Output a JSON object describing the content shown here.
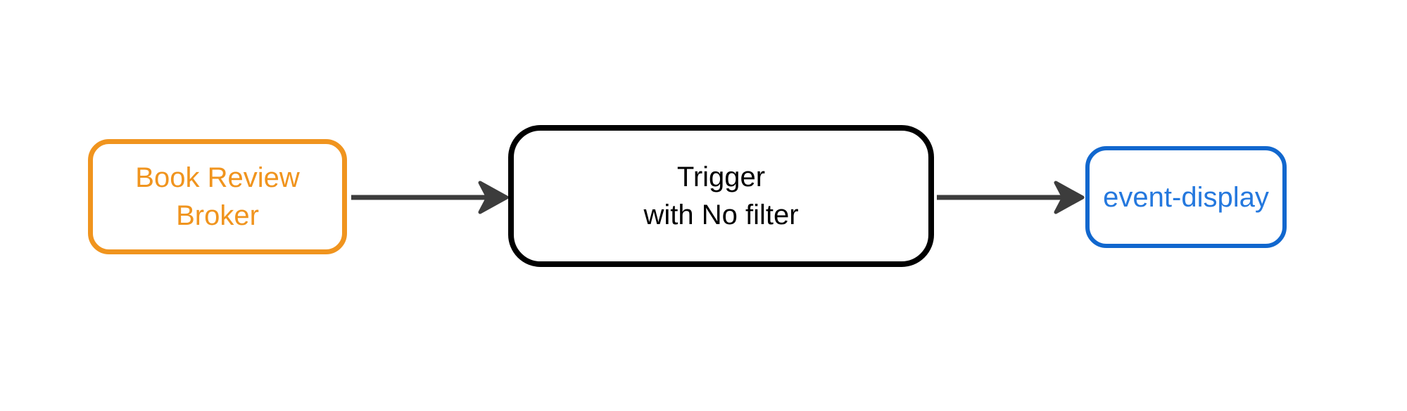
{
  "diagram": {
    "type": "flow",
    "description": "Eventing flow: broker sends events through a trigger with no filter to an event display sink",
    "nodes": {
      "broker": {
        "id": "book-review-broker",
        "lines": [
          "Book Review",
          "Broker"
        ],
        "border_color": "#f0941e",
        "text_color": "#f0941e",
        "shape": "rounded-rectangle"
      },
      "trigger": {
        "id": "trigger-with-no-filter",
        "lines": [
          "Trigger",
          "with No filter"
        ],
        "border_color": "#000000",
        "text_color": "#000000",
        "shape": "rounded-rectangle"
      },
      "display": {
        "id": "event-display",
        "lines": [
          "event-display"
        ],
        "border_color": "#1167ce",
        "text_color": "#2478de",
        "shape": "rounded-rectangle"
      }
    },
    "edges": [
      {
        "from": "book-review-broker",
        "to": "trigger-with-no-filter",
        "style": "solid-arrow"
      },
      {
        "from": "trigger-with-no-filter",
        "to": "event-display",
        "style": "solid-arrow"
      }
    ]
  },
  "colors": {
    "background": "#ffffff",
    "broker-color": "#f0941e",
    "trigger-color": "#000000",
    "display-border-color": "#1167ce",
    "display-text-color": "#2478de",
    "arrow-color": "#3c3c3c"
  }
}
